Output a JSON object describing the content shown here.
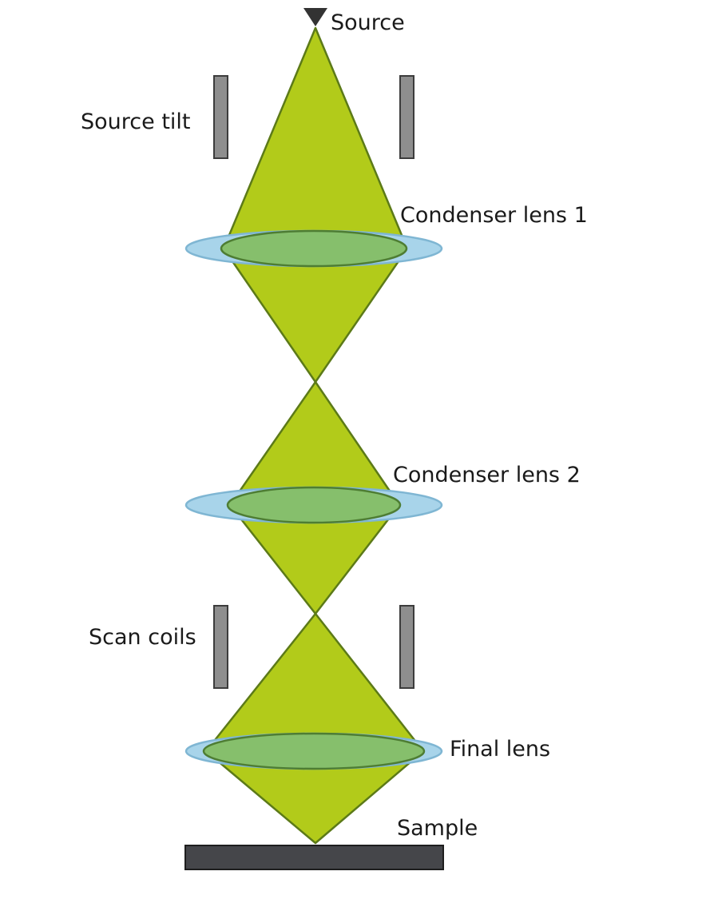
{
  "diagram": {
    "labels": {
      "source": "Source",
      "source_tilt": "Source tilt",
      "condenser_lens_1": "Condenser lens 1",
      "condenser_lens_2": "Condenser lens 2",
      "scan_coils": "Scan coils",
      "final_lens": "Final lens",
      "sample": "Sample"
    },
    "colors": {
      "beam": "#b2cb1a",
      "beam_outline": "#5c7a18",
      "lens_outer": "#a8d4ea",
      "lens_inner": "#86bf6c",
      "plate": "#8e8e8e",
      "sample": "#45464a"
    }
  }
}
